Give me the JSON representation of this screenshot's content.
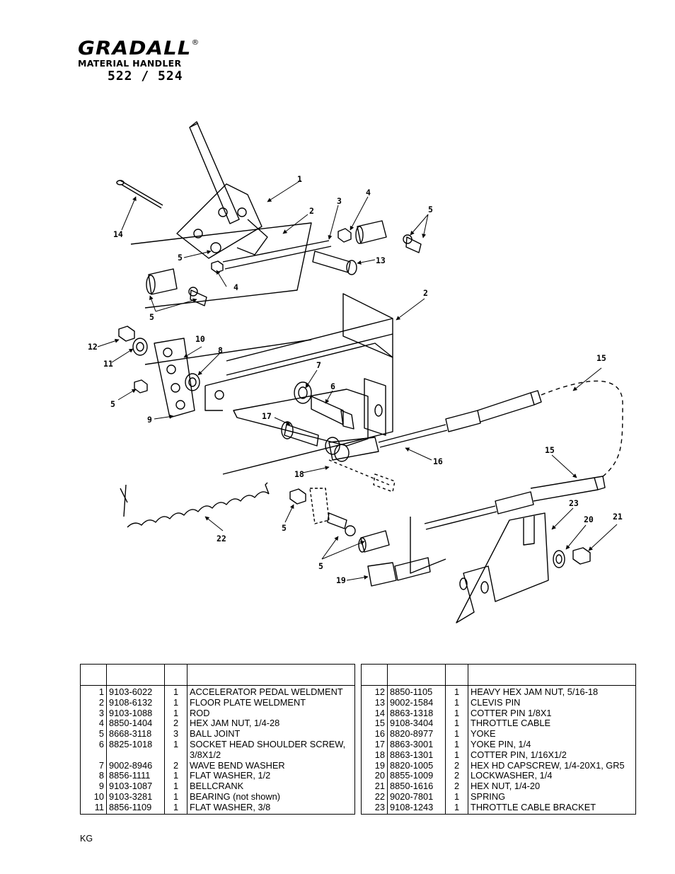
{
  "header": {
    "brand": "GRADALL",
    "registered": "®",
    "subtitle": "MATERIAL HANDLER",
    "model": "522 / 524"
  },
  "diagram": {
    "callouts": [
      "1",
      "2",
      "3",
      "4",
      "5",
      "14",
      "5",
      "4",
      "13",
      "5",
      "2",
      "12",
      "11",
      "10",
      "8",
      "7",
      "6",
      "5",
      "9",
      "17",
      "15",
      "16",
      "15",
      "18",
      "22",
      "5",
      "23",
      "20",
      "21",
      "5",
      "19"
    ]
  },
  "parts_left": [
    {
      "item": "1",
      "part": "9103-6022",
      "qty": "1",
      "desc": "ACCELERATOR PEDAL WELDMENT"
    },
    {
      "item": "2",
      "part": "9108-6132",
      "qty": "1",
      "desc": "FLOOR PLATE WELDMENT"
    },
    {
      "item": "3",
      "part": "9103-1088",
      "qty": "1",
      "desc": "ROD"
    },
    {
      "item": "4",
      "part": "8850-1404",
      "qty": "2",
      "desc": "HEX JAM NUT, 1/4-28"
    },
    {
      "item": "5",
      "part": "8668-3118",
      "qty": "3",
      "desc": "BALL JOINT"
    },
    {
      "item": "6",
      "part": "8825-1018",
      "qty": "1",
      "desc": "SOCKET HEAD SHOULDER SCREW,"
    },
    {
      "item": "",
      "part": "",
      "qty": "",
      "desc": "3/8X1/2"
    },
    {
      "item": "7",
      "part": "9002-8946",
      "qty": "2",
      "desc": "WAVE BEND WASHER"
    },
    {
      "item": "8",
      "part": "8856-1111",
      "qty": "1",
      "desc": "FLAT WASHER, 1/2"
    },
    {
      "item": "9",
      "part": "9103-1087",
      "qty": "1",
      "desc": "BELLCRANK"
    },
    {
      "item": "10",
      "part": "9103-3281",
      "qty": "1",
      "desc": "BEARING (not shown)"
    },
    {
      "item": "11",
      "part": "8856-1109",
      "qty": "1",
      "desc": "FLAT WASHER, 3/8"
    }
  ],
  "parts_right": [
    {
      "item": "12",
      "part": "8850-1105",
      "qty": "1",
      "desc": "HEAVY HEX JAM NUT, 5/16-18"
    },
    {
      "item": "13",
      "part": "9002-1584",
      "qty": "1",
      "desc": "CLEVIS PIN"
    },
    {
      "item": "14",
      "part": "8863-1318",
      "qty": "1",
      "desc": "COTTER PIN 1/8X1"
    },
    {
      "item": "15",
      "part": "9108-3404",
      "qty": "1",
      "desc": "THROTTLE CABLE"
    },
    {
      "item": "16",
      "part": "8820-8977",
      "qty": "1",
      "desc": "YOKE"
    },
    {
      "item": "17",
      "part": "8863-3001",
      "qty": "1",
      "desc": "YOKE PIN, 1/4"
    },
    {
      "item": "18",
      "part": "8863-1301",
      "qty": "1",
      "desc": "COTTER PIN, 1/16X1/2"
    },
    {
      "item": "19",
      "part": "8820-1005",
      "qty": "2",
      "desc": "HEX HD CAPSCREW, 1/4-20X1, GR5"
    },
    {
      "item": "20",
      "part": "8855-1009",
      "qty": "2",
      "desc": "LOCKWASHER, 1/4"
    },
    {
      "item": "21",
      "part": "8850-1616",
      "qty": "2",
      "desc": "HEX NUT, 1/4-20"
    },
    {
      "item": "22",
      "part": "9020-7801",
      "qty": "1",
      "desc": "SPRING"
    },
    {
      "item": "23",
      "part": "9108-1243",
      "qty": "1",
      "desc": "THROTTLE CABLE BRACKET"
    }
  ],
  "footer": {
    "code": "KG"
  }
}
